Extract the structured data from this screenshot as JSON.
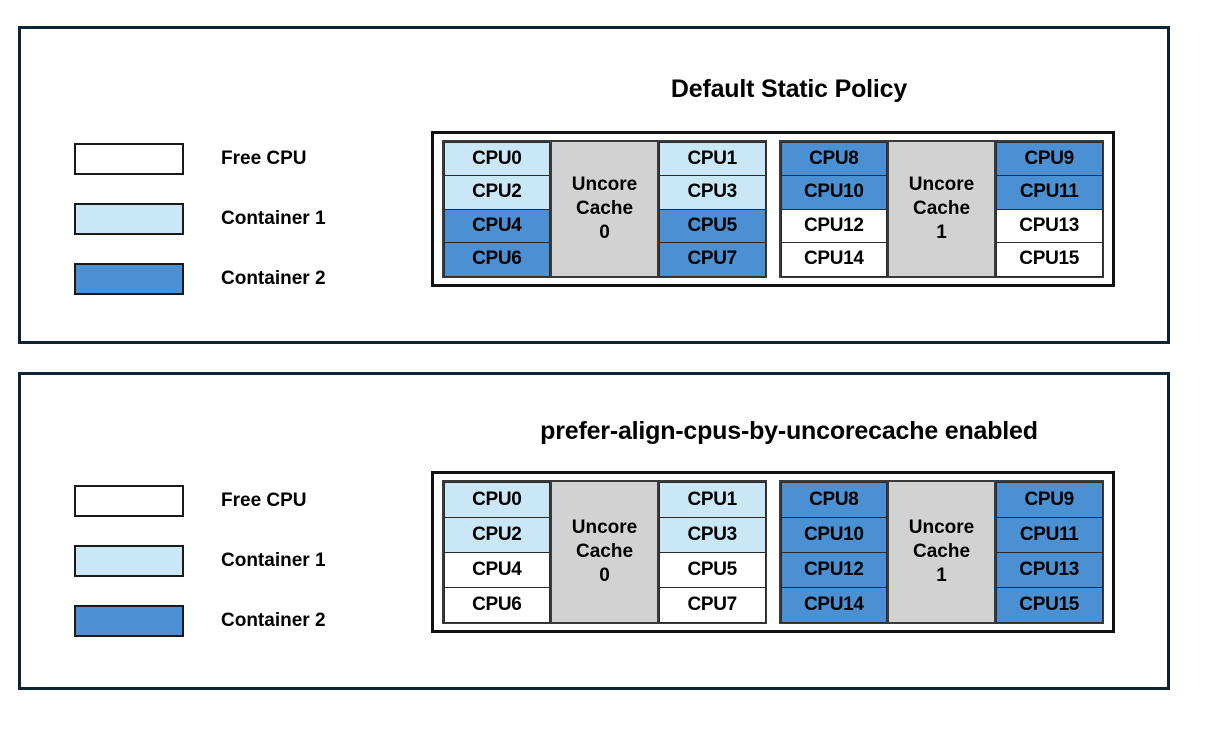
{
  "legend_colors": {
    "free": "#ffffff",
    "container1": "#c9e7f7",
    "container2": "#4a90d2",
    "cache": "#d2d2d2",
    "panel_border": "#0d2434"
  },
  "panels": [
    {
      "title": "Default Static Policy",
      "legend": [
        {
          "label": "Free CPU",
          "state": "free"
        },
        {
          "label": "Container 1",
          "state": "container1"
        },
        {
          "label": "Container 2",
          "state": "container2"
        }
      ],
      "groups": [
        {
          "cache_line1": "Uncore",
          "cache_line2": "Cache",
          "cache_line3": "0",
          "left_column": [
            {
              "label": "CPU0",
              "state": "container1"
            },
            {
              "label": "CPU2",
              "state": "container1"
            },
            {
              "label": "CPU4",
              "state": "container2"
            },
            {
              "label": "CPU6",
              "state": "container2"
            }
          ],
          "right_column": [
            {
              "label": "CPU1",
              "state": "container1"
            },
            {
              "label": "CPU3",
              "state": "container1"
            },
            {
              "label": "CPU5",
              "state": "container2"
            },
            {
              "label": "CPU7",
              "state": "container2"
            }
          ]
        },
        {
          "cache_line1": "Uncore",
          "cache_line2": "Cache",
          "cache_line3": "1",
          "left_column": [
            {
              "label": "CPU8",
              "state": "container2"
            },
            {
              "label": "CPU10",
              "state": "container2"
            },
            {
              "label": "CPU12",
              "state": "free"
            },
            {
              "label": "CPU14",
              "state": "free"
            }
          ],
          "right_column": [
            {
              "label": "CPU9",
              "state": "container2"
            },
            {
              "label": "CPU11",
              "state": "container2"
            },
            {
              "label": "CPU13",
              "state": "free"
            },
            {
              "label": "CPU15",
              "state": "free"
            }
          ]
        }
      ]
    },
    {
      "title": "prefer-align-cpus-by-uncorecache enabled",
      "legend": [
        {
          "label": "Free CPU",
          "state": "free"
        },
        {
          "label": "Container 1",
          "state": "container1"
        },
        {
          "label": "Container 2",
          "state": "container2"
        }
      ],
      "groups": [
        {
          "cache_line1": "Uncore",
          "cache_line2": "Cache",
          "cache_line3": "0",
          "left_column": [
            {
              "label": "CPU0",
              "state": "container1"
            },
            {
              "label": "CPU2",
              "state": "container1"
            },
            {
              "label": "CPU4",
              "state": "free"
            },
            {
              "label": "CPU6",
              "state": "free"
            }
          ],
          "right_column": [
            {
              "label": "CPU1",
              "state": "container1"
            },
            {
              "label": "CPU3",
              "state": "container1"
            },
            {
              "label": "CPU5",
              "state": "free"
            },
            {
              "label": "CPU7",
              "state": "free"
            }
          ]
        },
        {
          "cache_line1": "Uncore",
          "cache_line2": "Cache",
          "cache_line3": "1",
          "left_column": [
            {
              "label": "CPU8",
              "state": "container2"
            },
            {
              "label": "CPU10",
              "state": "container2"
            },
            {
              "label": "CPU12",
              "state": "container2"
            },
            {
              "label": "CPU14",
              "state": "container2"
            }
          ],
          "right_column": [
            {
              "label": "CPU9",
              "state": "container2"
            },
            {
              "label": "CPU11",
              "state": "container2"
            },
            {
              "label": "CPU13",
              "state": "container2"
            },
            {
              "label": "CPU15",
              "state": "container2"
            }
          ]
        }
      ]
    }
  ]
}
